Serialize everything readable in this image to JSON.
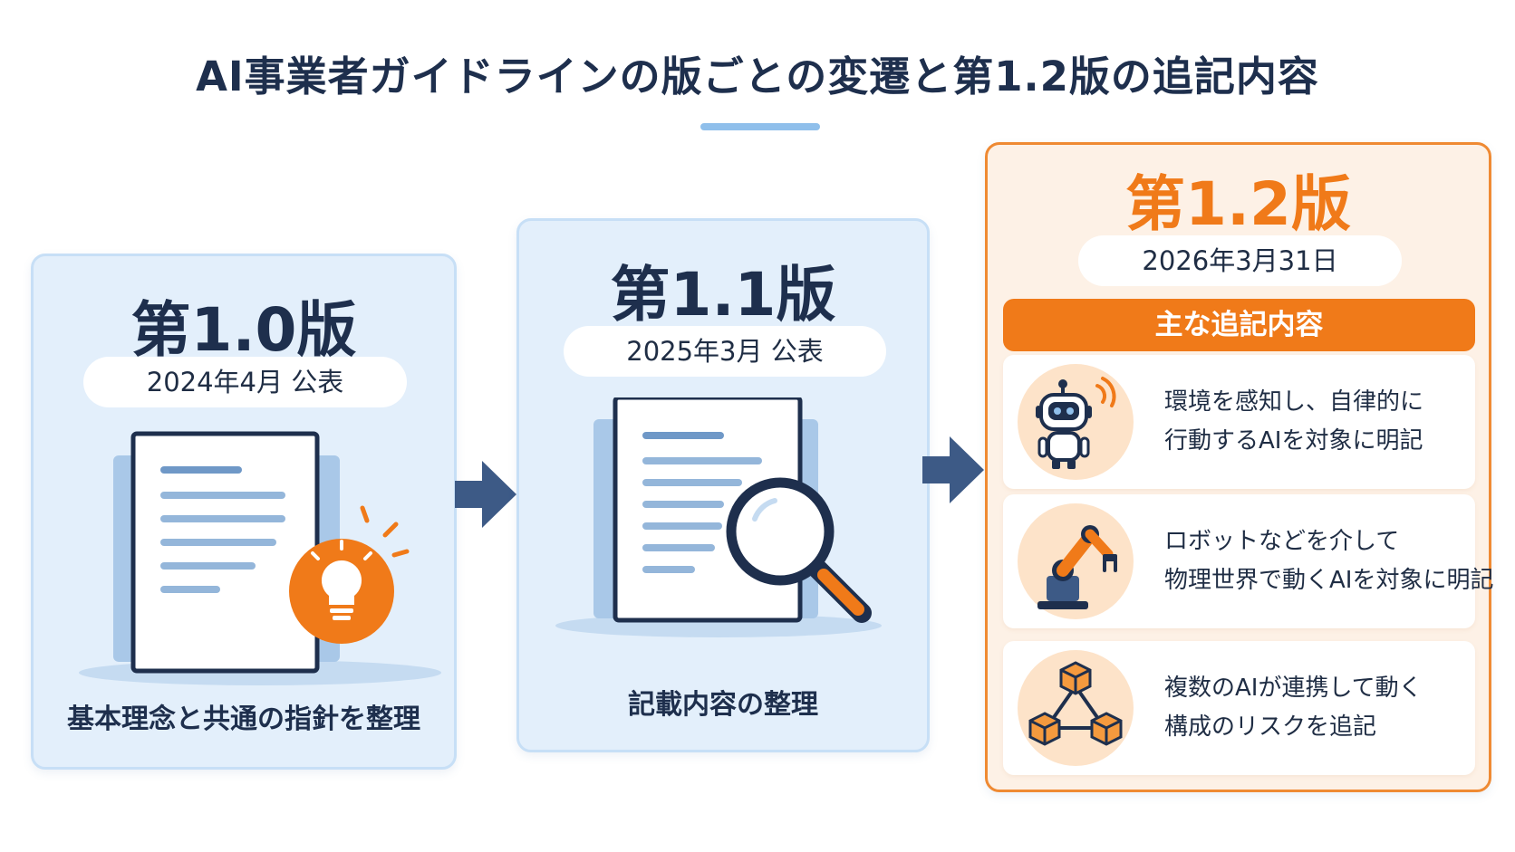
{
  "title": "AI事業者ガイドラインの版ごとの変遷と第1.2版の追記内容",
  "colors": {
    "navy": "#1e2f4d",
    "accent_orange": "#f07a19",
    "card_blue": "#e3effb",
    "card_orange": "#fdf1e6"
  },
  "versions": [
    {
      "version": "第1.0版",
      "date": "2024年4月 公表",
      "caption": "基本理念と共通の指針を整理",
      "illustration": "document-lightbulb-icon"
    },
    {
      "version": "第1.1版",
      "date": "2025年3月 公表",
      "caption": "記載内容の整理",
      "illustration": "document-magnifier-icon"
    },
    {
      "version": "第1.2版",
      "date": "2026年3月31日",
      "additions_header": "主な追記内容",
      "additions": [
        {
          "icon": "robot-icon",
          "line1": "環境を感知し、自律的に",
          "line2": "行動するAIを対象に明記"
        },
        {
          "icon": "robot-arm-icon",
          "line1": "ロボットなどを介して",
          "line2": "物理世界で動くAIを対象に明記"
        },
        {
          "icon": "connected-cubes-icon",
          "line1": "複数のAIが連携して動く",
          "line2": "構成のリスクを追記"
        }
      ]
    }
  ]
}
